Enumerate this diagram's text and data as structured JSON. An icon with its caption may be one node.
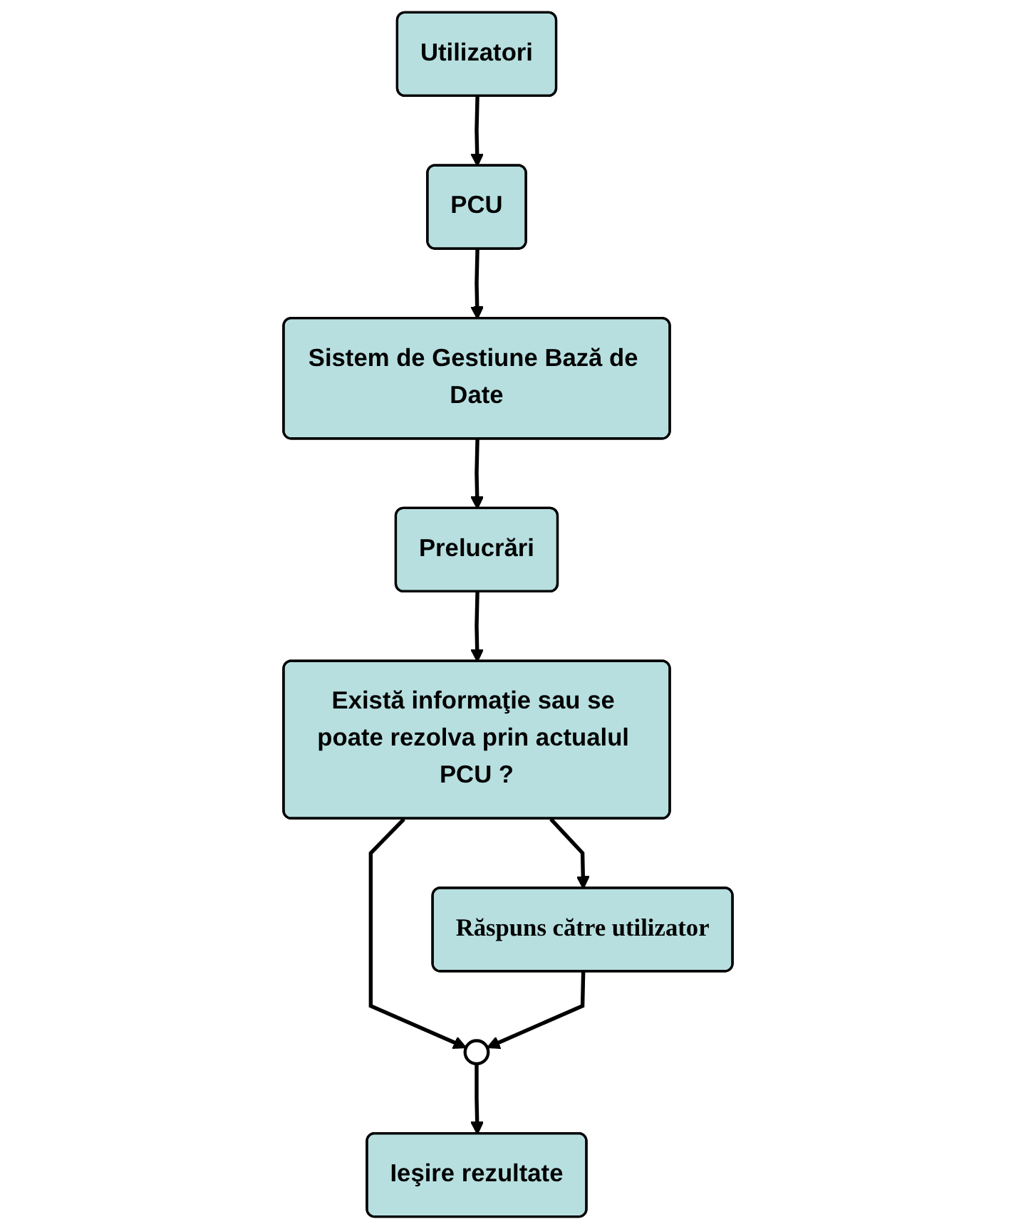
{
  "diagram": {
    "nodes": [
      {
        "text": [
          "Utilizatori"
        ]
      },
      {
        "text": [
          "PCU"
        ]
      },
      {
        "text": [
          "Sistem de Gestiune Bază de Date"
        ]
      },
      {
        "text": [
          "Prelucrări"
        ]
      },
      {
        "text": [
          "Există informaţie sau se poate rezolva prin actualul PCU ?"
        ]
      },
      {
        "text": [
          "Răspuns către utilizator"
        ]
      },
      {
        "text": [],
        "shape": "circle"
      },
      {
        "text": [
          "Ieşire rezultate"
        ]
      }
    ],
    "edges": [
      {
        "from": 0,
        "to": 1,
        "arrow": "to"
      },
      {
        "from": 1,
        "to": 2,
        "arrow": "to"
      },
      {
        "from": 2,
        "to": 3,
        "arrow": "to"
      },
      {
        "from": 3,
        "to": 4,
        "arrow": "to"
      },
      {
        "from": 4,
        "to": 5,
        "arrow": "to"
      },
      {
        "from": 4,
        "to": 6,
        "arrow": "to"
      },
      {
        "from": 5,
        "to": 6,
        "arrow": "to"
      },
      {
        "from": 6,
        "to": 7,
        "arrow": "to"
      }
    ]
  }
}
